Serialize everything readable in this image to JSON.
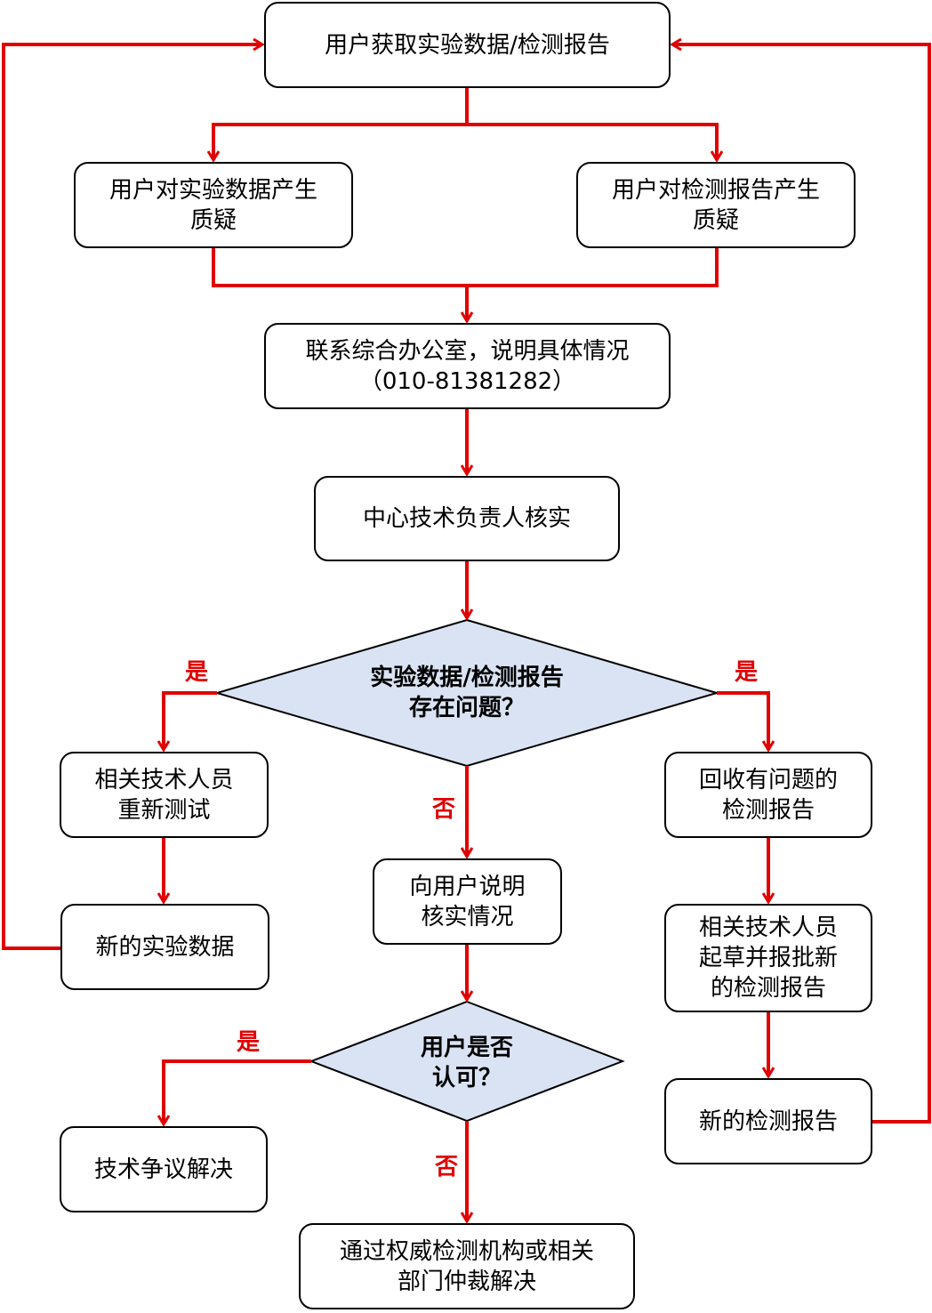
{
  "colors": {
    "connector": "#e00000",
    "decision_fill": "#dae3f3",
    "node_border": "#000000",
    "label_text": "#e00000"
  },
  "nodes": {
    "start": "用户获取实验数据/检测报告",
    "doubt_data": "用户对实验数据产生\n质疑",
    "doubt_report": "用户对检测报告产生\n质疑",
    "contact_office": "联系综合办公室，说明具体情况\n（010-81381282）",
    "tech_lead_verify": "中心技术负责人核实",
    "decision_problem": "实验数据/检测报告\n存在问题？",
    "retest": "相关技术人员\n重新测试",
    "new_data": "新的实验数据",
    "explain_to_user": "向用户说明\n核实情况",
    "recall_report": "回收有问题的\n检测报告",
    "draft_new_report": "相关技术人员\n起草并报批新\n的检测报告",
    "new_report": "新的检测报告",
    "decision_accept": "用户是否\n认可？",
    "tech_dispute_resolved": "技术争议解决",
    "arbitration": "通过权威检测机构或相关\n部门仲裁解决"
  },
  "labels": {
    "problem_yes_left": "是",
    "problem_yes_right": "是",
    "problem_no": "否",
    "accept_yes": "是",
    "accept_no": "否"
  }
}
